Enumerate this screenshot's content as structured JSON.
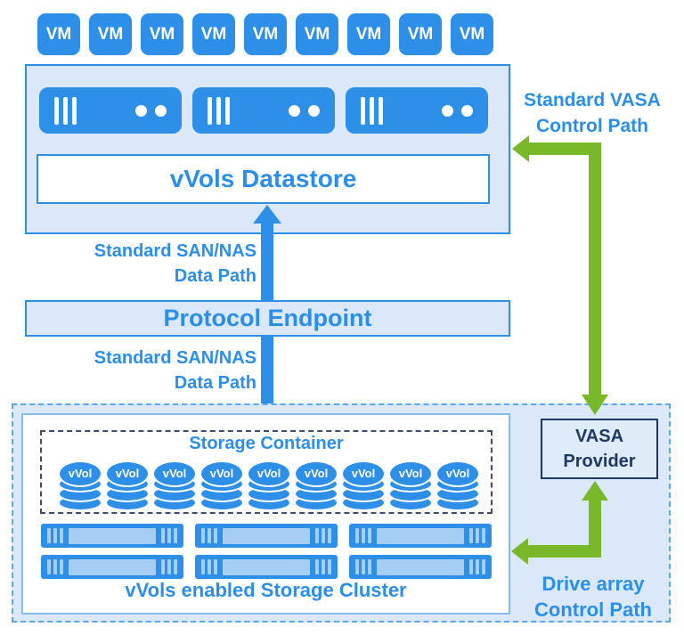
{
  "colors": {
    "primary_blue": "#2E8FE8",
    "light_blue_fill": "#DAE8F9",
    "green": "#79B829",
    "dark_navy": "#1F3864"
  },
  "vm_row": [
    "VM",
    "VM",
    "VM",
    "VM",
    "VM",
    "VM",
    "VM",
    "VM",
    "VM"
  ],
  "esxi": {
    "datastore_label": "vVols Datastore"
  },
  "protocol_endpoint": {
    "label": "Protocol Endpoint"
  },
  "data_paths": {
    "top": [
      "Standard SAN/NAS",
      "Data Path"
    ],
    "bottom": [
      "Standard SAN/NAS",
      "Data Path"
    ]
  },
  "control_paths": {
    "vasa": [
      "Standard VASA",
      "Control Path"
    ],
    "drive_array": [
      "Drive array",
      "Control Path"
    ]
  },
  "storage": {
    "container_label": "Storage Container",
    "vvols": [
      "vVol",
      "vVol",
      "vVol",
      "vVol",
      "vVol",
      "vVol",
      "vVol",
      "vVol",
      "vVol"
    ],
    "cluster_label": "vVols enabled Storage Cluster"
  },
  "vasa_provider": {
    "lines": [
      "VASA",
      "Provider"
    ]
  }
}
